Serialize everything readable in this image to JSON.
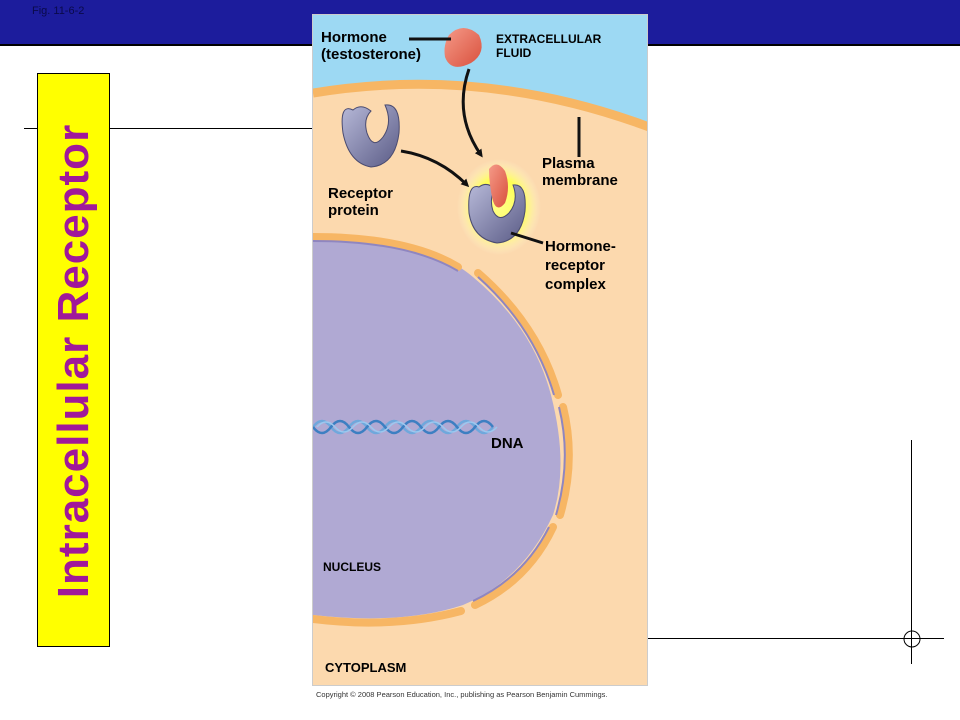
{
  "header": {
    "fig_label": "Fig. 11-6-2"
  },
  "title": "Intracellular Receptor",
  "diagram": {
    "labels": {
      "hormone": "Hormone\n(testosterone)",
      "extracellular_fluid": "EXTRACELLULAR\nFLUID",
      "plasma_membrane": "Plasma\nmembrane",
      "receptor_protein": "Receptor\nprotein",
      "hormone_receptor_complex": "Hormone-\nreceptor\ncomplex",
      "dna": "DNA",
      "nucleus": "NUCLEUS",
      "cytoplasm": "CYTOPLASM"
    },
    "colors": {
      "extracellular": "#9dd9f3",
      "cytoplasm": "#fcd9ae",
      "membrane": "#f7b664",
      "nucleus": "#b0a9d3",
      "hormone": "#ea6a58",
      "receptor": "#7a7ba6",
      "dna": "#6fa8dc",
      "glow": "#ffff66"
    }
  },
  "footer": {
    "copyright": "Copyright © 2008 Pearson Education, Inc., publishing as Pearson Benjamin Cummings."
  }
}
